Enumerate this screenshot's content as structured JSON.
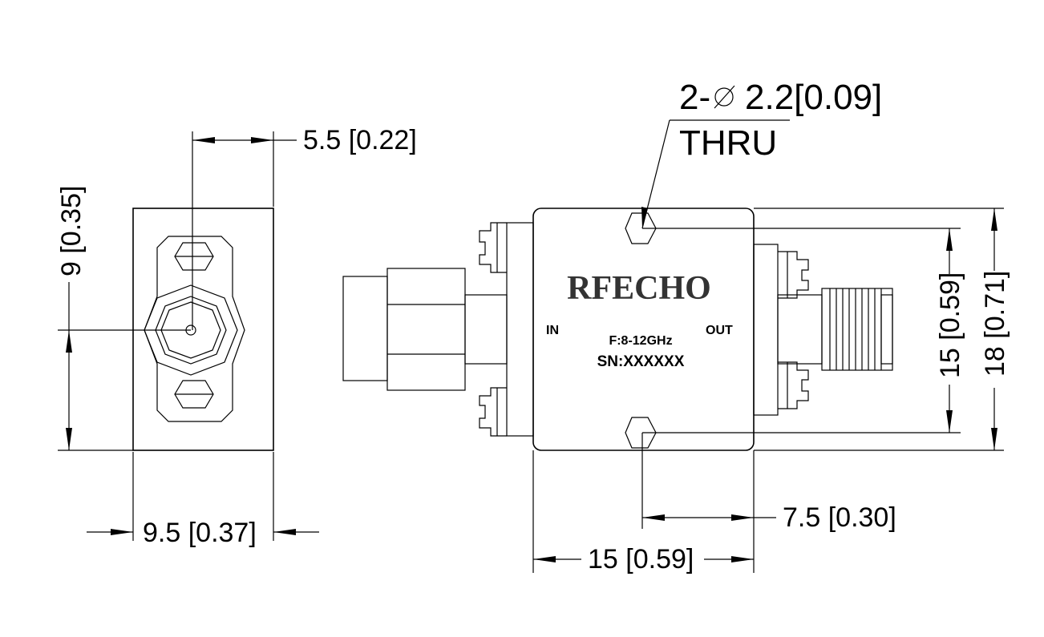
{
  "labels": {
    "brand": "RFECHO",
    "port_in": "IN",
    "port_out": "OUT",
    "frequency": "F:8-12GHz",
    "serial": "SN:XXXXXX",
    "hole_spec": "2-",
    "hole_dia": "2.2[0.09]",
    "hole_thru": "THRU"
  },
  "dimensions": {
    "end_width": "9.5 [0.37]",
    "end_half_height": "9 [0.35]",
    "end_offset": "5.5 [0.22]",
    "body_length": "15 [0.59]",
    "hole_offset": "7.5 [0.30]",
    "hole_spacing": "15 [0.59]",
    "body_height": "18 [0.71]"
  }
}
